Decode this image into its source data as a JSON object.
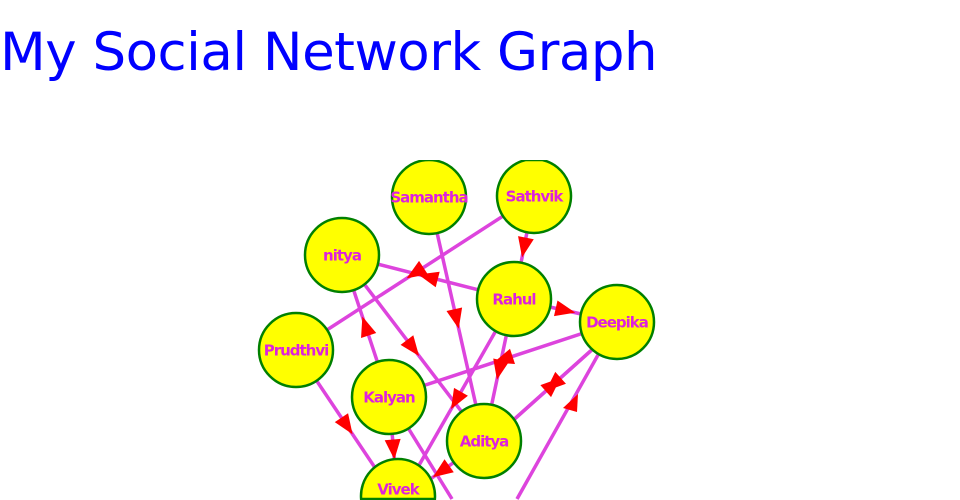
{
  "title": "My Social Network Graph",
  "colors": {
    "title": "#0000ff",
    "node_fill": "#ffff00",
    "node_stroke": "#008000",
    "edge": "#dd44dd",
    "arrow": "#ff0000",
    "label": "#dd22dd"
  },
  "nodes": [
    {
      "id": "Samantha"
    },
    {
      "id": "Sathvik"
    },
    {
      "id": "nitya"
    },
    {
      "id": "Rahul"
    },
    {
      "id": "Deepika"
    },
    {
      "id": "Prudthvi"
    },
    {
      "id": "Kalyan"
    },
    {
      "id": "Aditya"
    },
    {
      "id": "Vivek"
    }
  ],
  "edges": [
    {
      "source": "Sathvik",
      "target": "Prudthvi"
    },
    {
      "source": "Samantha",
      "target": "Aditya"
    },
    {
      "source": "Sathvik",
      "target": "Rahul"
    },
    {
      "source": "Rahul",
      "target": "nitya"
    },
    {
      "source": "Rahul",
      "target": "Deepika"
    },
    {
      "source": "nitya",
      "target": "Aditya"
    },
    {
      "source": "Kalyan",
      "target": "nitya"
    },
    {
      "source": "Deepika",
      "target": "Kalyan"
    },
    {
      "source": "Rahul",
      "target": "Vivek"
    },
    {
      "source": "Rahul",
      "target": "Aditya"
    },
    {
      "source": "Aditya",
      "target": "Deepika"
    },
    {
      "source": "Deepika",
      "target": "Aditya"
    },
    {
      "source": "Aditya",
      "target": "Vivek"
    },
    {
      "source": "Kalyan",
      "target": "Vivek"
    },
    {
      "source": "Prudthvi",
      "target": "Vivek"
    }
  ]
}
